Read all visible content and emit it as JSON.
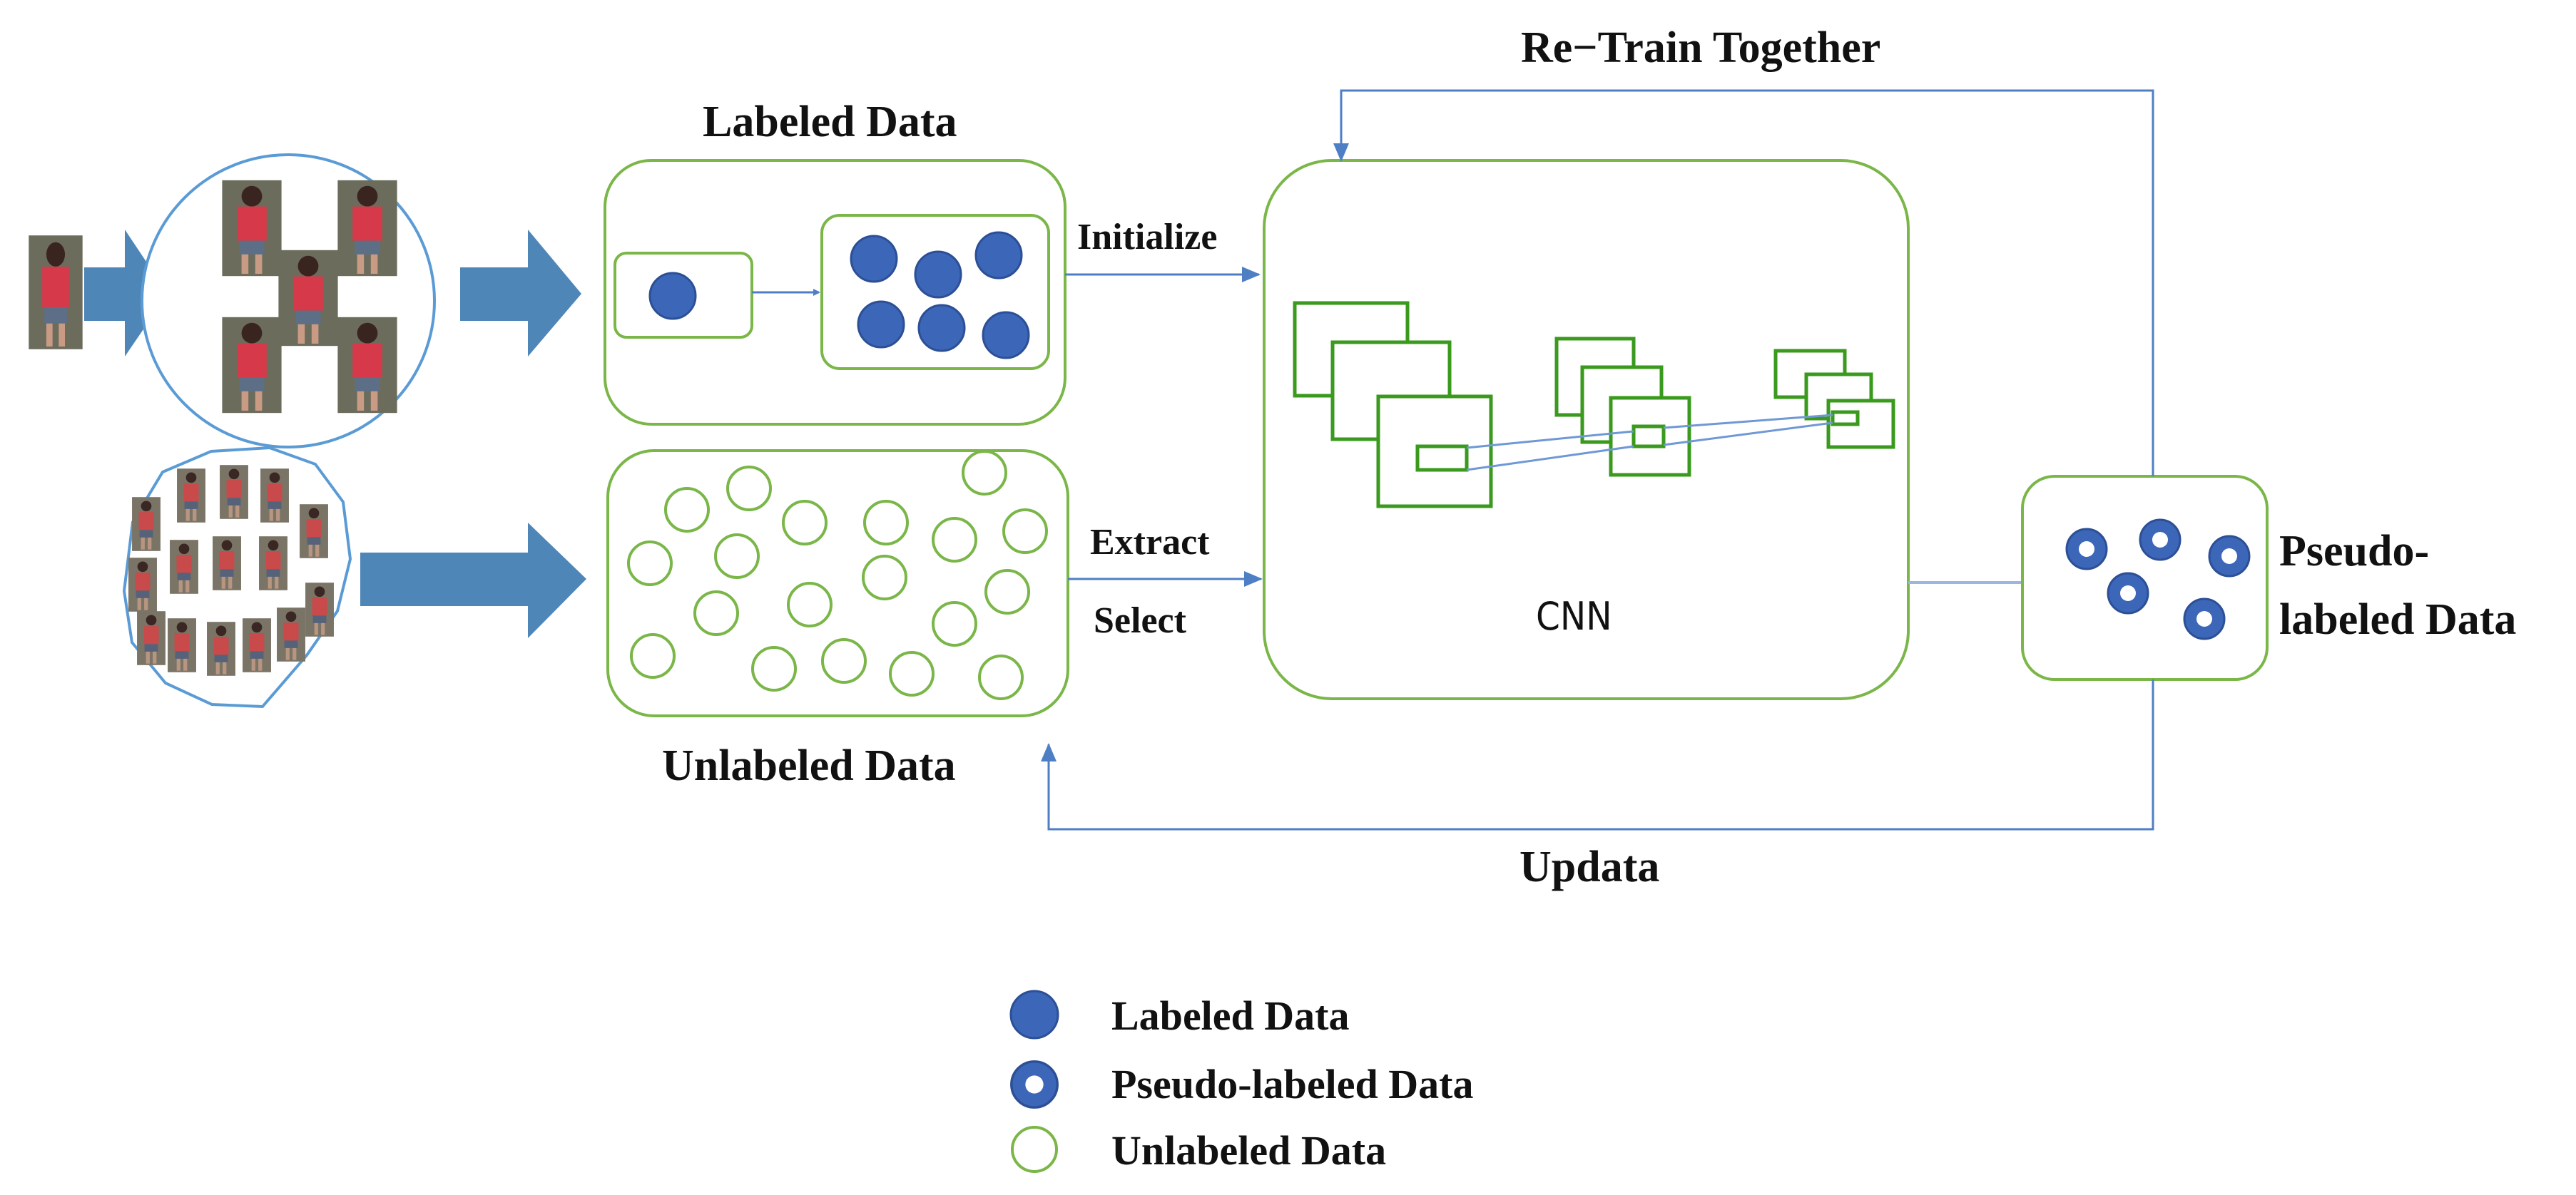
{
  "labels": {
    "retrain": "Re−Train Together",
    "labeled_data": "Labeled Data",
    "initialize": "Initialize",
    "extract": "Extract",
    "select": "Select",
    "unlabeled_data": "Unlabeled Data",
    "cnn": "CNN",
    "pseudo_line1": "Pseudo-",
    "pseudo_line2": "labeled Data",
    "updata": "Updata"
  },
  "legend": [
    {
      "marker": "filled-circle",
      "label": "Labeled Data"
    },
    {
      "marker": "ring-circle",
      "label": "Pseudo-labeled Data"
    },
    {
      "marker": "hollow-circle",
      "label": "Unlabeled Data"
    }
  ],
  "colors": {
    "box_stroke": "#7ab648",
    "arrow_line": "#4e7fc4",
    "big_arrow": "#4f86b8",
    "dot_fill": "#3c66b8",
    "dot_stroke": "#2c4f96",
    "photo_circle": "#5b9bd5"
  },
  "icons": {
    "person_photo": "person-photo-icon",
    "person_cluster": "person-cluster-icon"
  }
}
